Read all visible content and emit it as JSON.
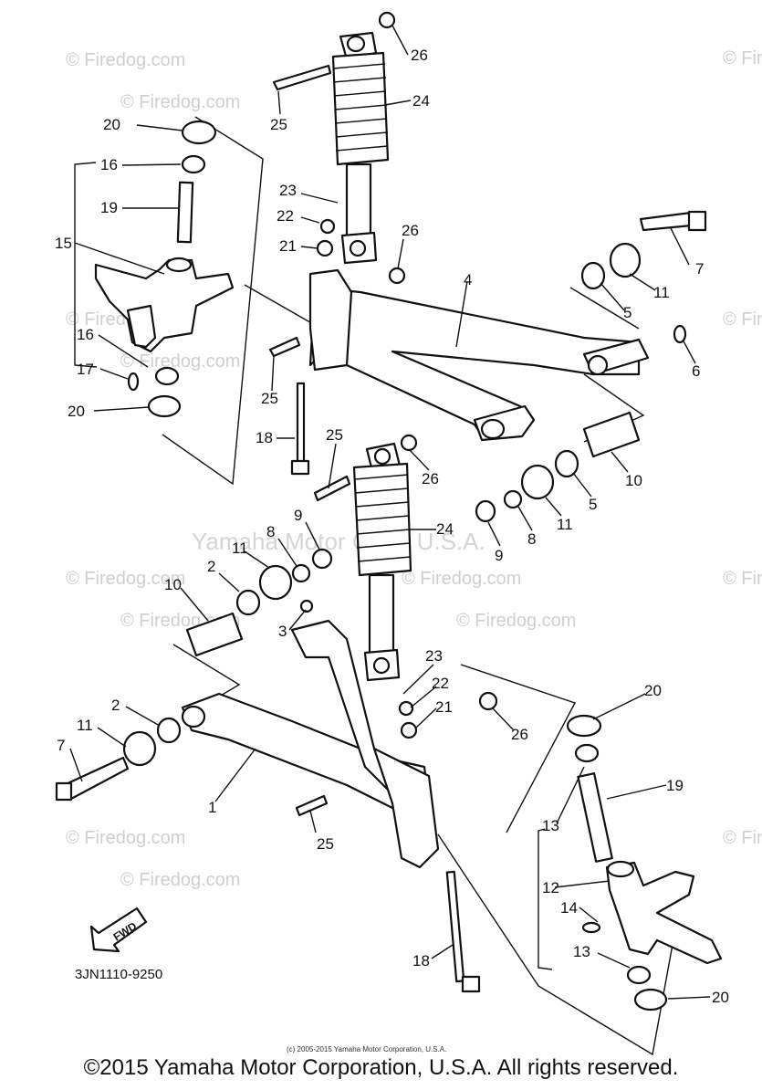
{
  "watermarks": {
    "small": "© Firedog.com",
    "main": "© Firedog.com",
    "yamaha": "Yamaha Motor Corp, U.S.A."
  },
  "diagram": {
    "code": "3JN1110-9250",
    "fwd_label": "FWD",
    "fine_print": "(c) 2005-2015 Yamaha Motor Corporation, U.S.A.",
    "callouts": [
      "26",
      "25",
      "24",
      "20",
      "16",
      "19",
      "15",
      "23",
      "22",
      "21",
      "26",
      "4",
      "7",
      "5",
      "11",
      "16",
      "17",
      "20",
      "6",
      "25",
      "18",
      "25",
      "26",
      "24",
      "10",
      "5",
      "11",
      "8",
      "9",
      "9",
      "8",
      "11",
      "2",
      "10",
      "3",
      "23",
      "22",
      "21",
      "26",
      "20",
      "2",
      "11",
      "7",
      "1",
      "25",
      "19",
      "13",
      "12",
      "14",
      "13",
      "18",
      "20"
    ]
  },
  "copyright": "©2015 Yamaha Motor Corporation, U.S.A. All rights reserved."
}
